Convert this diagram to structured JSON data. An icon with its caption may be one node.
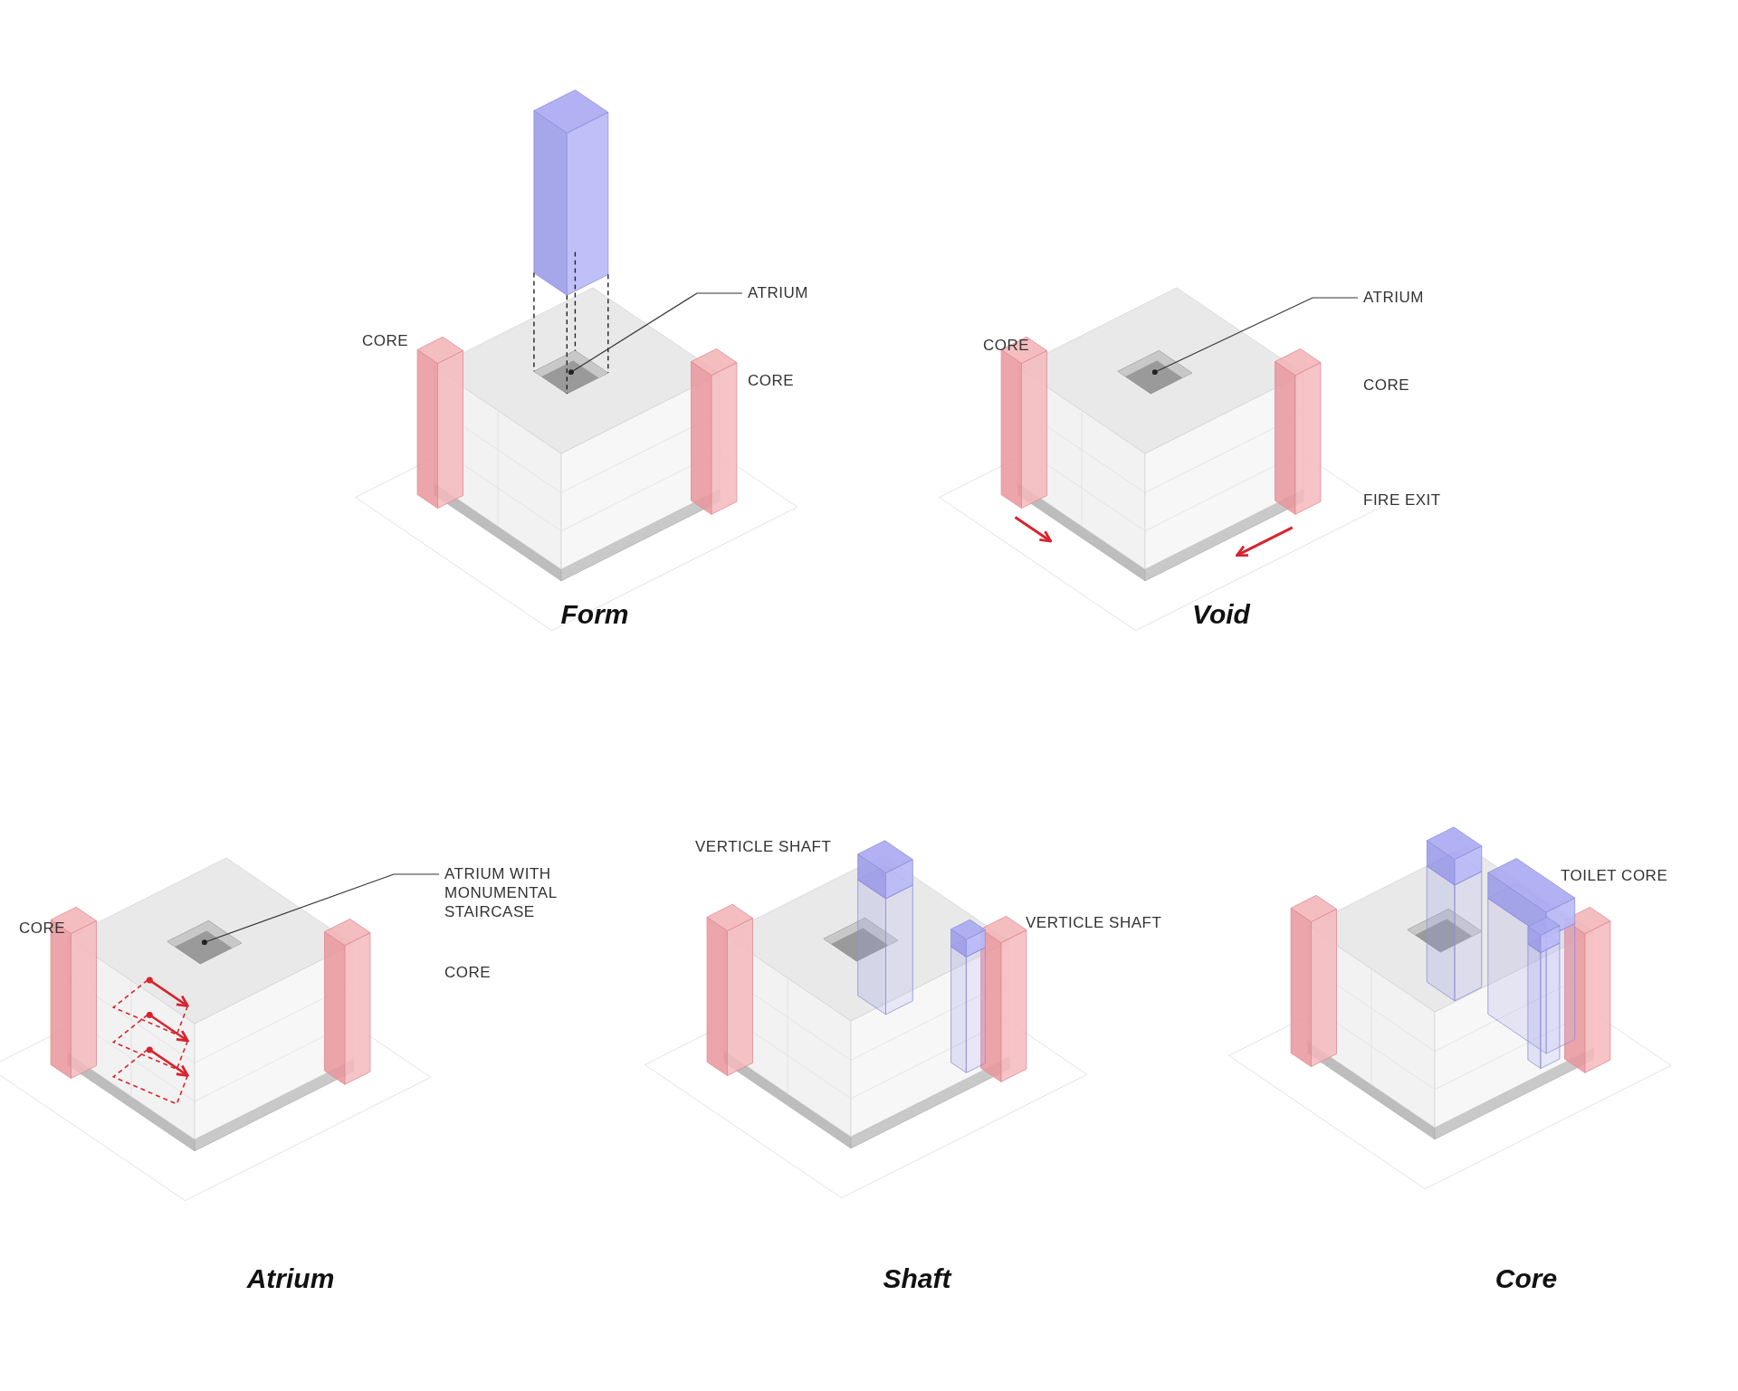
{
  "diagram": {
    "nodes": [
      {
        "text": [
          "ATRIUM"
        ]
      },
      {
        "text": [],
        "shape": "diamond"
      },
      {
        "text": [
          "ATRIUM"
        ]
      },
      {
        "text": [],
        "shape": "diamond"
      },
      {
        "text": [
          "ATRIUM WITH MONUMENTAL STAIRCASE"
        ]
      },
      {
        "text": [],
        "shape": "diamond"
      }
    ],
    "edges": [
      {
        "from": 0,
        "to": 1,
        "arrow": "other"
      },
      {
        "from": 2,
        "to": 3,
        "arrow": "other"
      },
      {
        "from": 4,
        "to": 5,
        "arrow": "other"
      }
    ],
    "labels": [
      "CORE",
      "CORE",
      "Form",
      "CORE",
      "CORE",
      "FIRE EXIT",
      "Void",
      "VERTICLE SHAFT",
      "TOILET CORE",
      "CORE",
      "VERTICLE SHAFT",
      "CORE",
      "Atrium",
      "Shaft",
      "Core"
    ]
  }
}
